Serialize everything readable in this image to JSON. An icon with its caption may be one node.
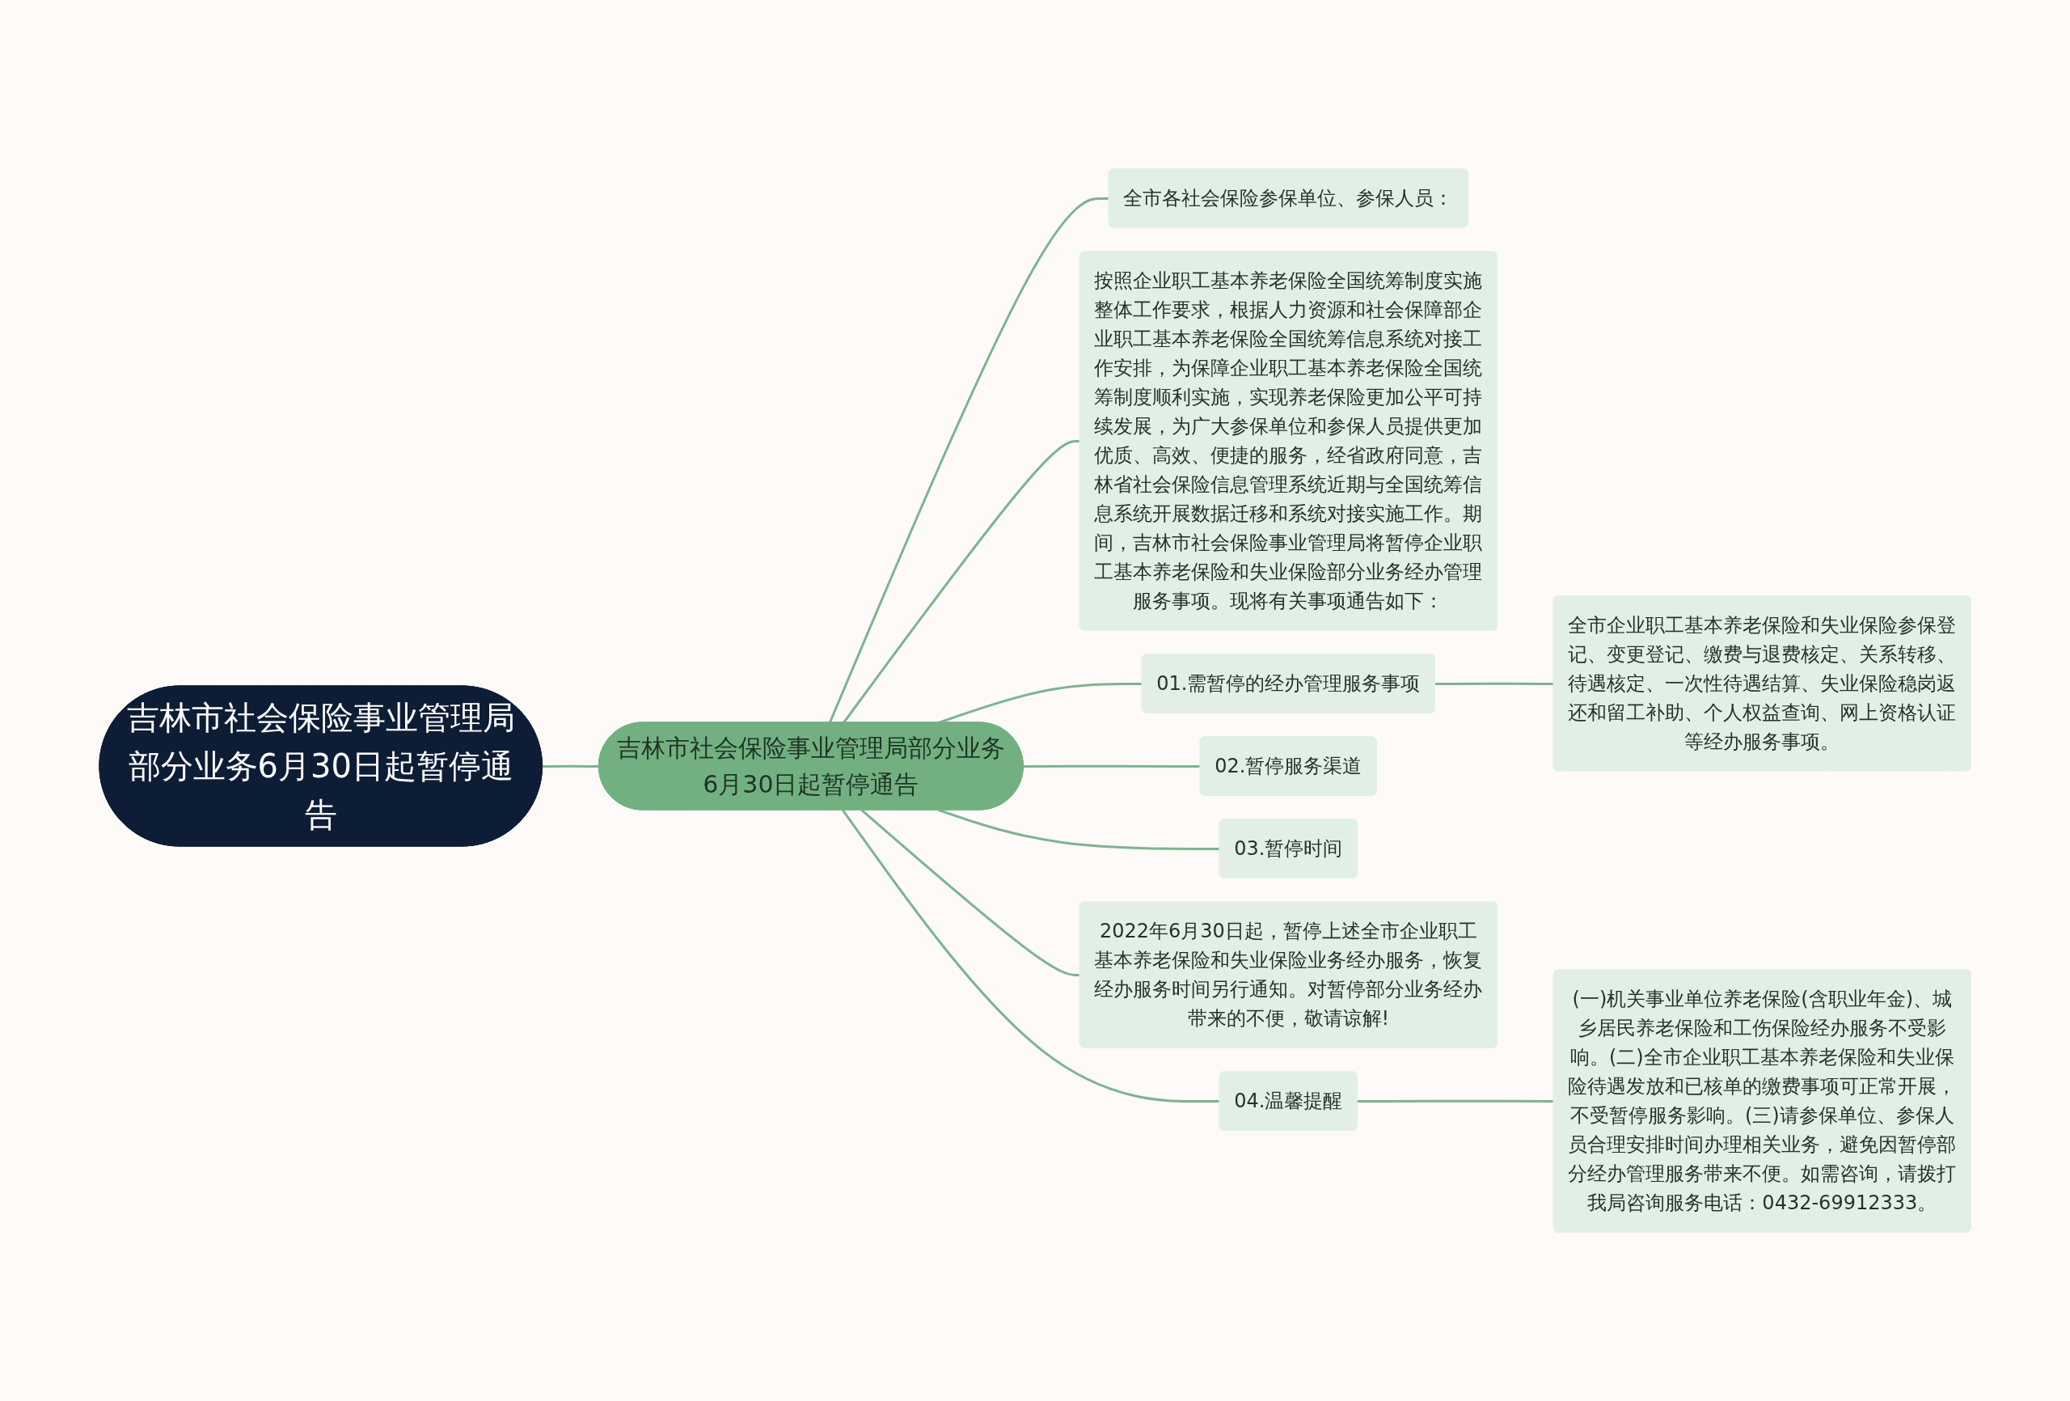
{
  "diagram": {
    "nodes": [
      {
        "text": [
          "吉林市社会保险事业管理局部分业务6月30日起暂停通告"
        ]
      },
      {
        "text": [
          "吉林市社会保险事业管理局部分业务6月30日起暂停通告"
        ]
      },
      {
        "text": [
          "全市各社会保险参保单位、参保人员："
        ]
      },
      {
        "text": [
          "按照企业职工基本养老保险全国统筹制度实施整体工作要求，根据人力资源和社会保障部企业职工基本养老保险全国统筹信息系统对接工作安排，为保障企业职工基本养老保险全国统筹制度顺利实施，实现养老保险更加公平可持续发展，为广大参保单位和参保人员提供更加优质、高效、便捷的服务，经省政府同意，吉林省社会保险信息管理系统近期与全国统筹信息系统开展数据迁移和系统对接实施工作。期间，吉林市社会保险事业管理局将暂停企业职工基本养老保险和失业保险部分业务经办管理服务事项。现将有关事项通告如下："
        ]
      },
      {
        "text": [
          "01.需暂停的经办管理服务事项"
        ]
      },
      {
        "text": [
          "全市企业职工基本养老保险和失业保险参保登记、变更登记、缴费与退费核定、关系转移、待遇核定、一次性待遇结算、失业保险稳岗返还和留工补助、个人权益查询、网上资格认证等经办服务事项。"
        ]
      },
      {
        "text": [
          "02.暂停服务渠道"
        ]
      },
      {
        "text": [
          "03.暂停时间"
        ]
      },
      {
        "text": [
          "2022年6月30日起，暂停上述全市企业职工基本养老保险和失业保险业务经办服务，恢复经办服务时间另行通知。对暂停部分业务经办带来的不便，敬请谅解!"
        ]
      },
      {
        "text": [
          "04.温馨提醒"
        ]
      },
      {
        "text": [
          "(一)机关事业单位养老保险(含职业年金)、城乡居民养老保险和工伤保险经办服务不受影响。(二)全市企业职工基本养老保险和失业保险待遇发放和已核单的缴费事项可正常开展，不受暂停服务影响。(三)请参保单位、参保人员合理安排时间办理相关业务，避免因暂停部分经办管理服务带来不便。如需咨询，请拨打我局咨询服务电话：0432-69912333。"
        ]
      }
    ],
    "edges": [
      {
        "from": 0,
        "to": 1,
        "arrow": "none"
      },
      {
        "from": 1,
        "to": 2,
        "arrow": "none"
      },
      {
        "from": 1,
        "to": 3,
        "arrow": "none"
      },
      {
        "from": 1,
        "to": 4,
        "arrow": "none"
      },
      {
        "from": 4,
        "to": 5,
        "arrow": "none"
      },
      {
        "from": 1,
        "to": 6,
        "arrow": "none"
      },
      {
        "from": 1,
        "to": 7,
        "arrow": "none"
      },
      {
        "from": 1,
        "to": 8,
        "arrow": "none"
      },
      {
        "from": 1,
        "to": 9,
        "arrow": "none"
      },
      {
        "from": 9,
        "to": 10,
        "arrow": "none"
      }
    ]
  }
}
